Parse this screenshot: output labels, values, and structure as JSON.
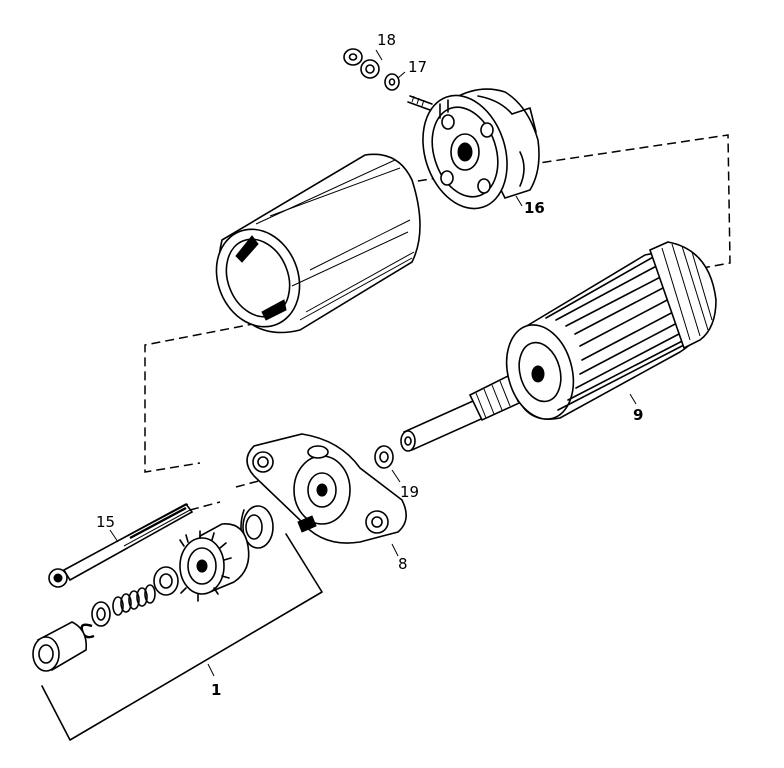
{
  "callouts": {
    "c1": "1",
    "c8": "8",
    "c9": "9",
    "c15": "15",
    "c16": "16",
    "c17": "17",
    "c18": "18",
    "c19": "19"
  }
}
